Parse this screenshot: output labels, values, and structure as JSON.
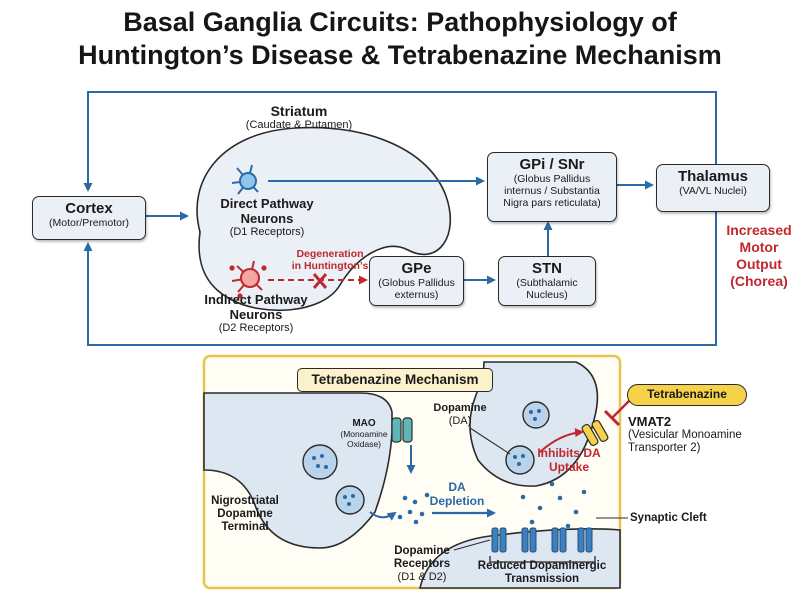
{
  "title": {
    "line1": "Basal Ganglia Circuits: Pathophysiology of",
    "line2": "Huntington’s Disease & Tetrabenazine Mechanism"
  },
  "circuit": {
    "cortex": {
      "name": "Cortex",
      "sub": "(Motor/Premotor)"
    },
    "striatum": {
      "name": "Striatum",
      "sub": "(Caudate & Putamen)"
    },
    "direct": {
      "line1": "Direct Pathway",
      "line2": "Neurons",
      "sub": "(D1 Receptors)"
    },
    "indirect": {
      "line1": "Indirect Pathway",
      "line2": "Neurons",
      "sub": "(D2 Receptors)"
    },
    "degeneration": {
      "line1": "Degeneration",
      "line2": "in Huntington’s"
    },
    "gpi": {
      "name": "GPi / SNr",
      "sub1": "(Globus Pallidus",
      "sub2": "internus / Substantia",
      "sub3": "Nigra pars reticulata)"
    },
    "gpe": {
      "name": "GPe",
      "sub1": "(Globus Pallidus",
      "sub2": "externus)"
    },
    "stn": {
      "name": "STN",
      "sub1": "(Subthalamic",
      "sub2": "Nucleus)"
    },
    "thalamus": {
      "name": "Thalamus",
      "sub": "(VA/VL Nuclei)"
    },
    "output": {
      "line1": "Increased",
      "line2": "Motor",
      "line3": "Output",
      "line4": "(Chorea)"
    }
  },
  "mechanism": {
    "title": "Tetrabenazine Mechanism",
    "drug": "Tetrabenazine",
    "mao": {
      "name": "MAO",
      "sub1": "(Monoamine",
      "sub2": "Oxidase)"
    },
    "dopamine": {
      "name": "Dopamine",
      "sub": "(DA)"
    },
    "depletion": {
      "line1": "DA",
      "line2": "Depletion"
    },
    "inhibits": {
      "line1": "Inhibits DA",
      "line2": "Uptake"
    },
    "vmat2": {
      "name": "VMAT2",
      "sub1": "(Vesicular Monoamine",
      "sub2": "Transporter 2)"
    },
    "terminal": {
      "line1": "Nigrostriatal",
      "line2": "Dopamine",
      "line3": "Terminal"
    },
    "cleft": "Synaptic Cleft",
    "receptors": {
      "line1": "Dopamine",
      "line2": "Receptors",
      "line3": "(D1 & D2)"
    },
    "reduced": {
      "line1": "Reduced Dopaminergic",
      "line2": "Transmission"
    }
  },
  "colors": {
    "arrow": "#2b6aa6",
    "red": "#c0282d",
    "box_fill": "#eaf0f6",
    "panel_border": "#e8c54a",
    "panel_fill": "#fffdf4",
    "drug_yellow": "#f6d24a"
  }
}
